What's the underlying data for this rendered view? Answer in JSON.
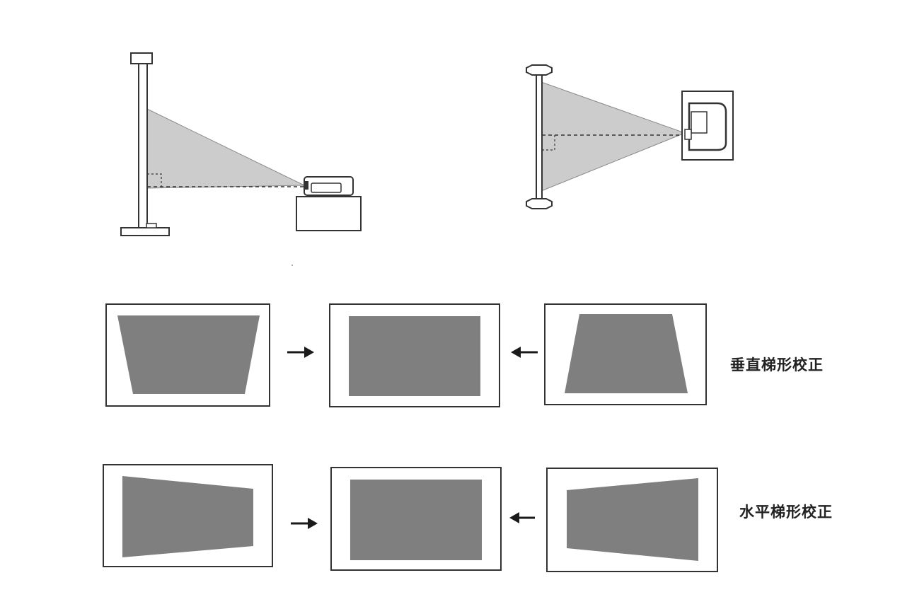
{
  "colors": {
    "background": "#ffffff",
    "frame_stroke": "#333333",
    "projected_image": "#7f7f7f",
    "projection_beam": "#cccccc",
    "arrow": "#1a1a1a",
    "label": "#222222"
  },
  "rows": [
    {
      "label": "垂直梯形校正",
      "before_shape": "trapezoid-narrow-bottom",
      "result_shape": "rectangle",
      "after_shape": "trapezoid-narrow-top"
    },
    {
      "label": "水平梯形校正",
      "before_shape": "trapezoid-narrow-right",
      "result_shape": "rectangle",
      "after_shape": "trapezoid-narrow-left"
    }
  ],
  "icons": {
    "side_view": "projector-side-view-illustration",
    "top_view": "projector-top-view-illustration",
    "arrow_right": "arrow-right-icon",
    "arrow_left": "arrow-left-icon"
  }
}
